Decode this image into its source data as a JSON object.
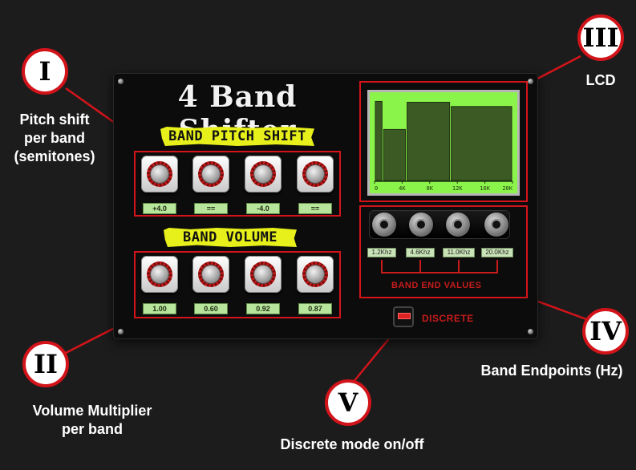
{
  "plugin": {
    "title": "4 Band Shifter",
    "pitch_section_label": "BAND PITCH SHIFT",
    "volume_section_label": "BAND VOLUME",
    "pitch_values": [
      "+4.0",
      "==",
      "-4.0",
      "=="
    ],
    "volume_values": [
      "1.00",
      "0.60",
      "0.92",
      "0.87"
    ],
    "endpoint_values": [
      "1.2Khz",
      "4.6Khz",
      "11.0Khz",
      "20.0Khz"
    ],
    "band_end_label": "BAND END VALUES",
    "discrete_label": "DISCRETE",
    "lcd": {
      "axis_ticks": [
        "0",
        "4K",
        "8K",
        "12K",
        "16K",
        "20K"
      ],
      "bars": [
        {
          "start_khz": 0,
          "end_khz": 1.2,
          "level": 0.93
        },
        {
          "start_khz": 1.2,
          "end_khz": 4.6,
          "level": 0.6
        },
        {
          "start_khz": 4.6,
          "end_khz": 11.0,
          "level": 0.92
        },
        {
          "start_khz": 11.0,
          "end_khz": 20.0,
          "level": 0.87
        }
      ],
      "bar_color": "#3b5a24",
      "screen_color": "#8bf44a"
    }
  },
  "callouts": [
    {
      "numeral": "I",
      "text": [
        "Pitch shift",
        "per band",
        "(semitones)"
      ]
    },
    {
      "numeral": "II",
      "text": [
        "Volume Multiplier",
        "per band"
      ]
    },
    {
      "numeral": "III",
      "text": [
        "LCD"
      ]
    },
    {
      "numeral": "IV",
      "text": [
        "Band Endpoints (Hz)"
      ]
    },
    {
      "numeral": "V",
      "text": [
        "Discrete mode on/off"
      ]
    }
  ],
  "accent_color": "#d4141a"
}
